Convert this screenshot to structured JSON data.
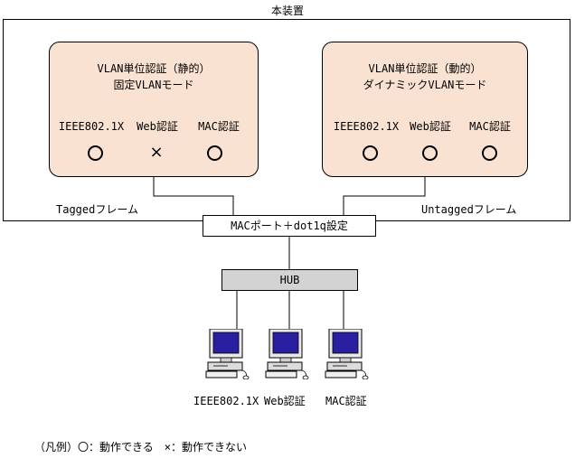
{
  "device": {
    "title": "本装置"
  },
  "static_box": {
    "title_line1": "VLAN単位認証（静的）",
    "title_line2": "固定VLANモード",
    "methods": [
      "IEEE802.1X",
      "Web認証",
      "MAC認証"
    ],
    "marks": [
      "circle",
      "cross",
      "circle"
    ]
  },
  "dynamic_box": {
    "title_line1": "VLAN単位認証（動的）",
    "title_line2": "ダイナミックVLANモード",
    "methods": [
      "IEEE802.1X",
      "Web認証",
      "MAC認証"
    ],
    "marks": [
      "circle",
      "circle",
      "circle"
    ]
  },
  "frames": {
    "tagged": "Taggedフレーム",
    "untagged": "Untaggedフレーム"
  },
  "port_label": "MACポート＋dot1q設定",
  "hub_label": "HUB",
  "clients": [
    "IEEE802.1X",
    "Web認証",
    "MAC認証"
  ],
  "legend": "（凡例）〇：動作できる　×：動作できない"
}
